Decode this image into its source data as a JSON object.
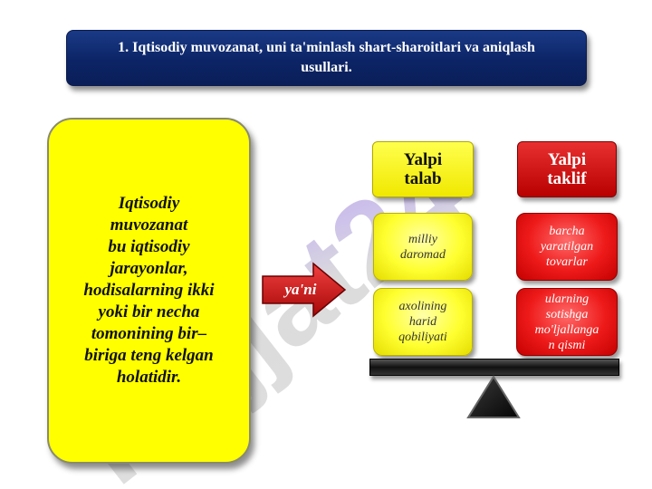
{
  "title": "1. Iqtisodiy muvozanat, uni ta'minlash shart-sharoitlari va aniqlash usullari.",
  "definition": "Iqtisodiy\nmuvozanat\nbu iqtisodiy\njarayonlar,\nhodisalarning ikki\nyoki bir necha\ntomonining bir–\nbiriga teng kelgan\nholatidir.",
  "arrow_label": "ya'ni",
  "demand": {
    "header": "Yalpi\ntalab",
    "items": [
      "milliy\ndaromad",
      "axolining\nharid\nqobiliyati"
    ]
  },
  "supply": {
    "header": "Yalpi\ntaklif",
    "items": [
      "barcha\nyaratilgan\ntovarlar",
      "ularning\nsotishga\nmo'ljallanga\nn qismi"
    ]
  },
  "watermark": "Hujjat24",
  "colors": {
    "banner": "#0c2466",
    "definition_panel": "#ffff00",
    "demand": "#ffff00",
    "supply": "#e00000",
    "arrow": "#d01818",
    "watermark_left": "#d8d8d8",
    "watermark_right": "#c4b8e8"
  },
  "icons": {
    "arrow": "right-arrow-icon",
    "fulcrum": "triangle-fulcrum-icon"
  }
}
